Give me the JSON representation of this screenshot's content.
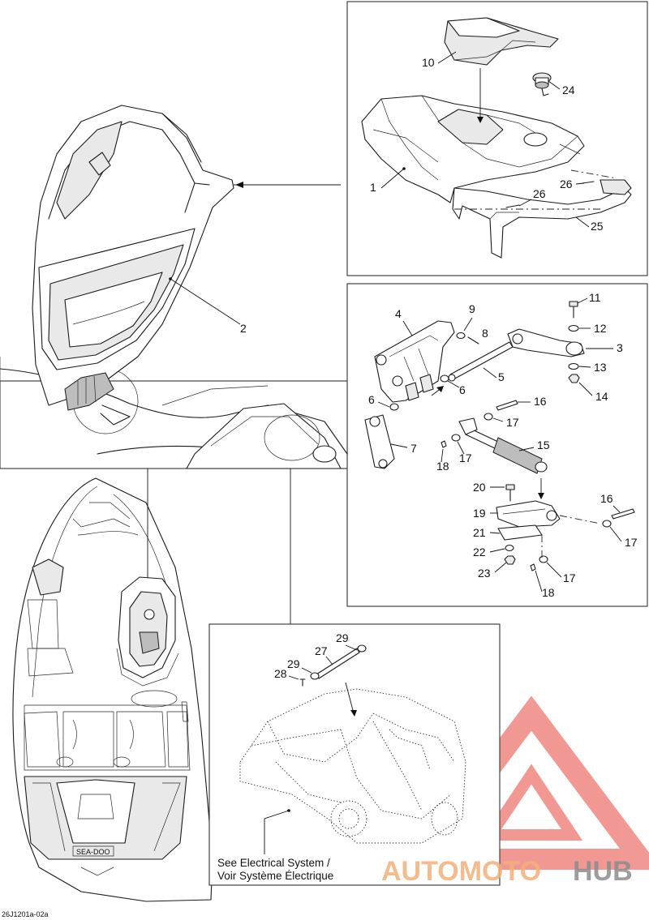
{
  "callouts": {
    "c1": "1",
    "c2": "2",
    "c3": "3",
    "c4": "4",
    "c5": "5",
    "c6a": "6",
    "c6b": "6",
    "c7": "7",
    "c8": "8",
    "c9": "9",
    "c10": "10",
    "c11": "11",
    "c12": "12",
    "c13": "13",
    "c14": "14",
    "c15": "15",
    "c16a": "16",
    "c16b": "16",
    "c17a": "17",
    "c17b": "17",
    "c17c": "17",
    "c17d": "17",
    "c18a": "18",
    "c18b": "18",
    "c19": "19",
    "c20": "20",
    "c21": "21",
    "c22": "22",
    "c23": "23",
    "c24": "24",
    "c25": "25",
    "c26a": "26",
    "c26b": "26",
    "c27": "27",
    "c28": "28",
    "c29a": "29",
    "c29b": "29"
  },
  "note": {
    "line1": "See Electrical System /",
    "line2": "Voir Système Électrique"
  },
  "drawing_code": "26J1201a-02a",
  "seadoo_logo": "SEA-DOO",
  "watermark": {
    "part1": "AUTOMOTO",
    "part2": "HUB",
    "color_red": "#e6453c",
    "color_orange": "#f3b07a",
    "color_gray": "#8c8c8c"
  }
}
